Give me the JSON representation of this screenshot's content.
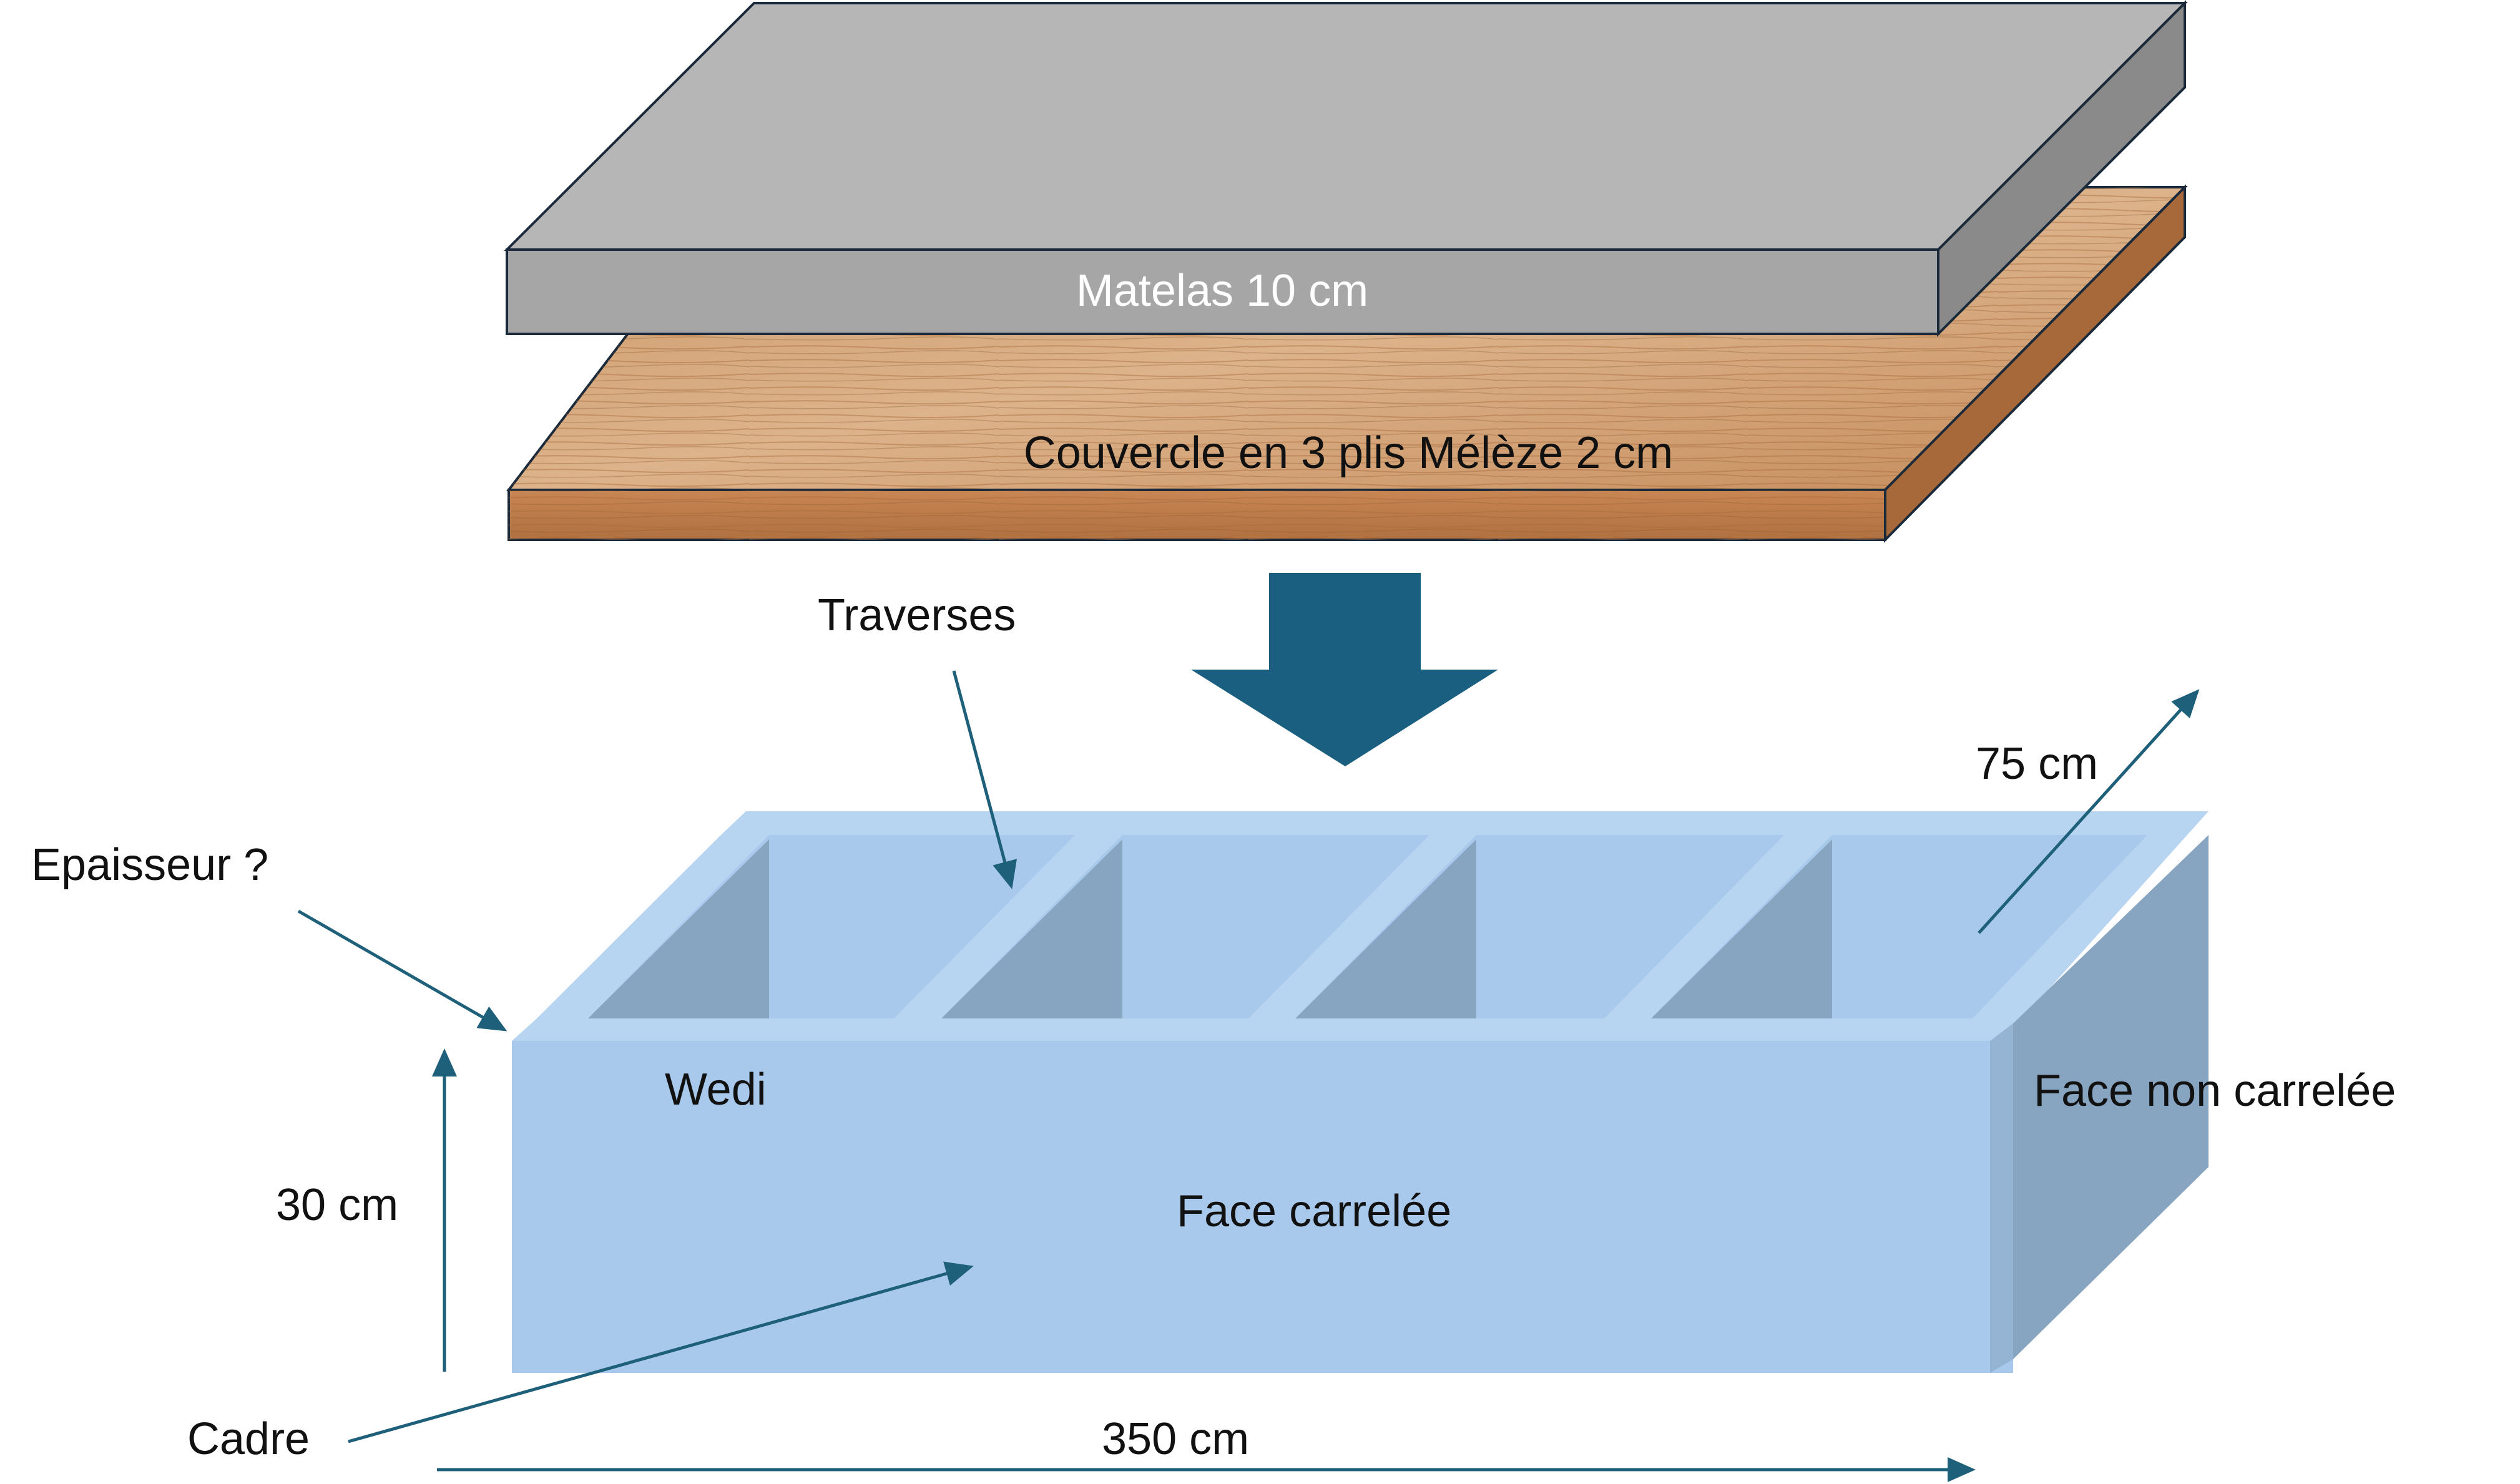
{
  "labels": {
    "mattress": "Matelas 10 cm",
    "lid": "Couvercle en 3 plis Mélèze 2 cm",
    "crossbars": "Traverses",
    "thickness": "Epaisseur ?",
    "depth": "75 cm",
    "wedi": "Wedi",
    "height": "30 cm",
    "tiled_face": "Face carrelée",
    "untiled_face": "Face non carrelée",
    "frame": "Cadre",
    "width": "350 cm"
  },
  "colors": {
    "mattress_top": "#b6b6b6",
    "mattress_front": "#a6a6a6",
    "mattress_side": "#8a8a8a",
    "wood_light": "#d8ad84",
    "wood_dark": "#b77c4c",
    "box_light": "#a9c9ec",
    "box_rim": "#b7d4f0",
    "box_shadow": "#87a4c0",
    "arrow_big": "#1b5f80",
    "arrow_line": "#1e5f7a",
    "outline": "#1b2a3a"
  },
  "icons": {
    "down_arrow": "block-arrow-down-icon"
  }
}
